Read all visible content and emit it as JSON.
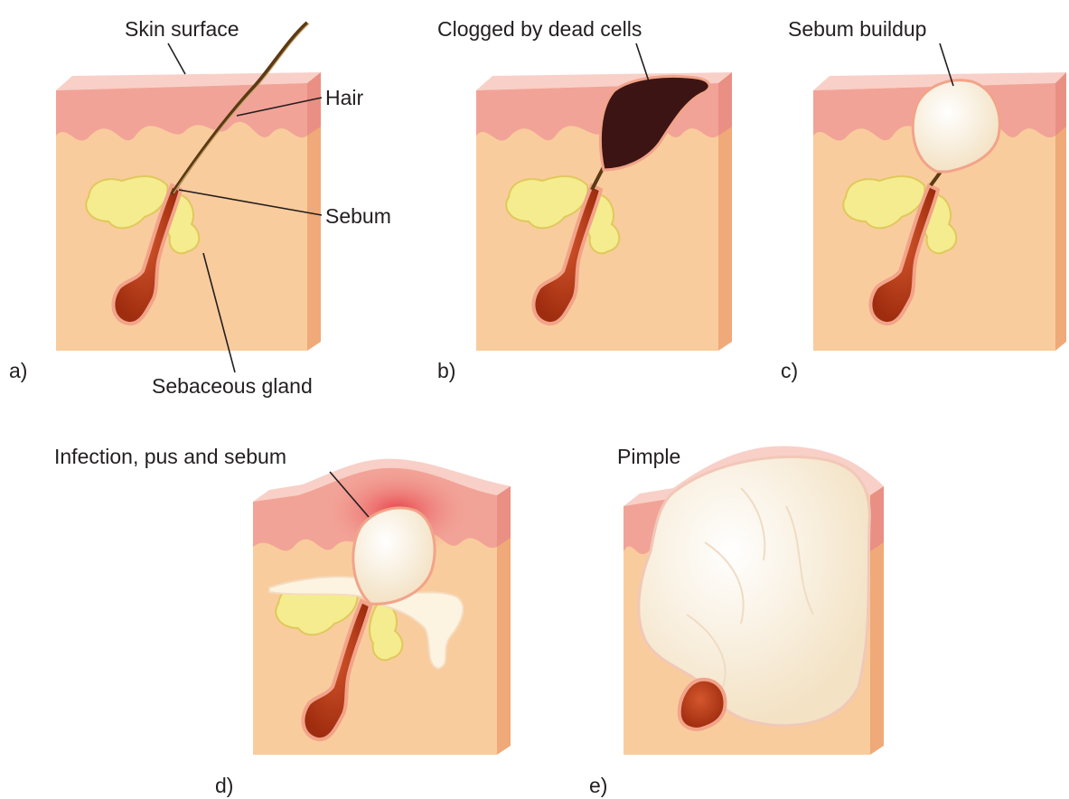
{
  "panels": {
    "a": {
      "letter": "a)",
      "labels": {
        "skin_surface": "Skin surface",
        "hair": "Hair",
        "sebum": "Sebum",
        "sebaceous_gland": "Sebaceous gland"
      }
    },
    "b": {
      "letter": "b)",
      "label": "Clogged by dead cells"
    },
    "c": {
      "letter": "c)",
      "label": "Sebum buildup"
    },
    "d": {
      "letter": "d)",
      "label": "Infection, pus and sebum"
    },
    "e": {
      "letter": "e)",
      "label": "Pimple"
    }
  },
  "colors": {
    "dermis": "#f9cc9d",
    "dermis_side": "#f5b37c",
    "epidermis": "#f2a397",
    "epidermis_top": "#f8d0c8",
    "gland": "#f4ec8e",
    "bulb": "#b83916",
    "hair": "#5b3a14",
    "plug": "#3d1414",
    "sebum_white": "#fdf3e1",
    "inflammation": "#ea5a5e"
  }
}
